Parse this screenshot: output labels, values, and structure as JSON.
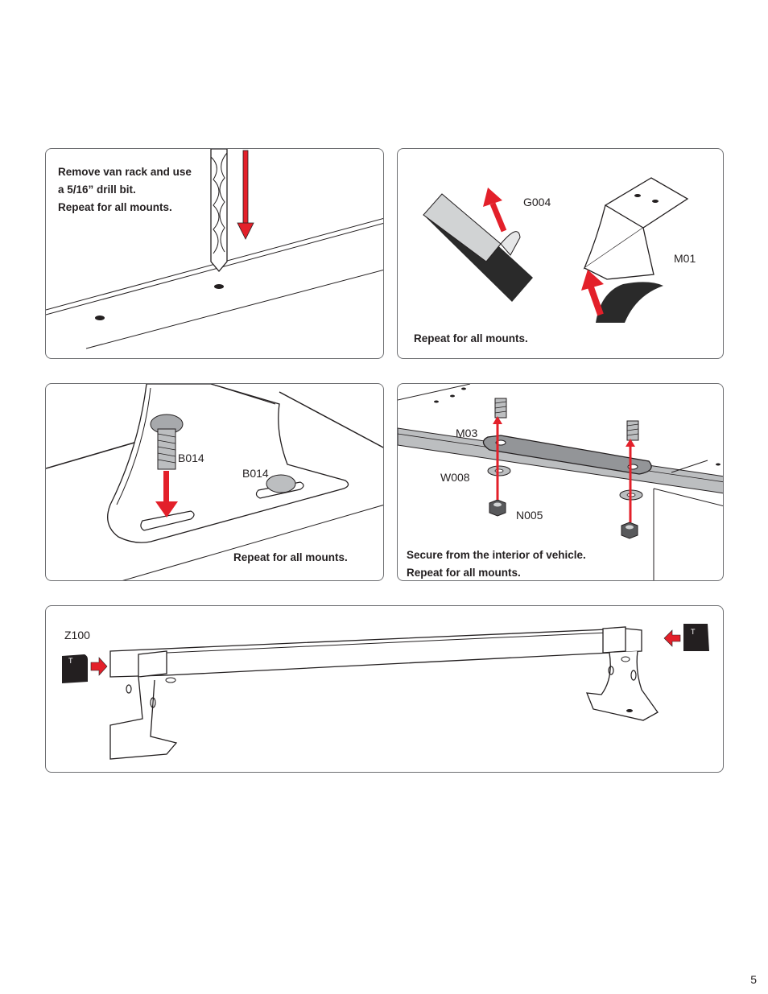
{
  "panels": {
    "drill": {
      "instruction_lines": [
        "Remove van rack and use",
        "a 5/16” drill bit.",
        "Repeat for all mounts."
      ]
    },
    "tape": {
      "instruction": "Repeat for all mounts.",
      "labels": {
        "tape": "G004",
        "mount": "M01"
      }
    },
    "bolt": {
      "instruction": "Repeat for all mounts.",
      "labels": {
        "bolt_a": "B014",
        "bolt_b": "B014"
      }
    },
    "plate": {
      "instruction_lines": [
        "Secure from the interior of vehicle.",
        "Repeat for all mounts."
      ],
      "labels": {
        "plate": "M03",
        "washer": "W008",
        "nut": "N005"
      }
    },
    "rack": {
      "labels": {
        "rack": "Z100"
      },
      "end_cap_mark": "T"
    }
  },
  "page_number": "5",
  "colors": {
    "arrow": "#e3202a",
    "line": "#231f20",
    "tape": "#2a2a2a"
  }
}
